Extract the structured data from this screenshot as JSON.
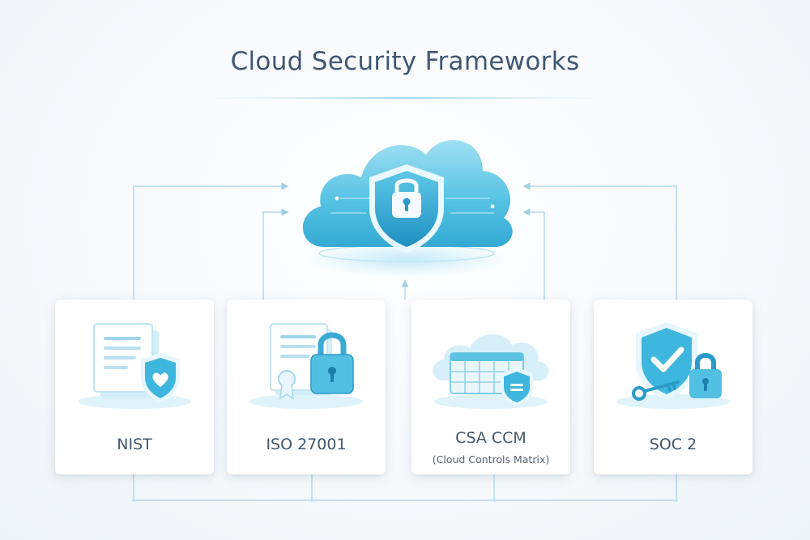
{
  "title": "Cloud Security Frameworks",
  "colors": {
    "title": "#3f5773",
    "connector": "#a8d6e8",
    "accent": "#38b6dc",
    "card_bg": "#ffffff"
  },
  "hero": {
    "icon": "cloud-shield-lock-icon"
  },
  "frameworks": [
    {
      "label": "NIST",
      "sublabel": "",
      "icon": "document-shield-icon"
    },
    {
      "label": "ISO 27001",
      "sublabel": "",
      "icon": "certificate-lock-icon"
    },
    {
      "label": "CSA CCM",
      "sublabel": "(Cloud Controls Matrix)",
      "icon": "cloud-matrix-shield-icon"
    },
    {
      "label": "SOC 2",
      "sublabel": "",
      "icon": "shield-check-lock-icon"
    }
  ]
}
